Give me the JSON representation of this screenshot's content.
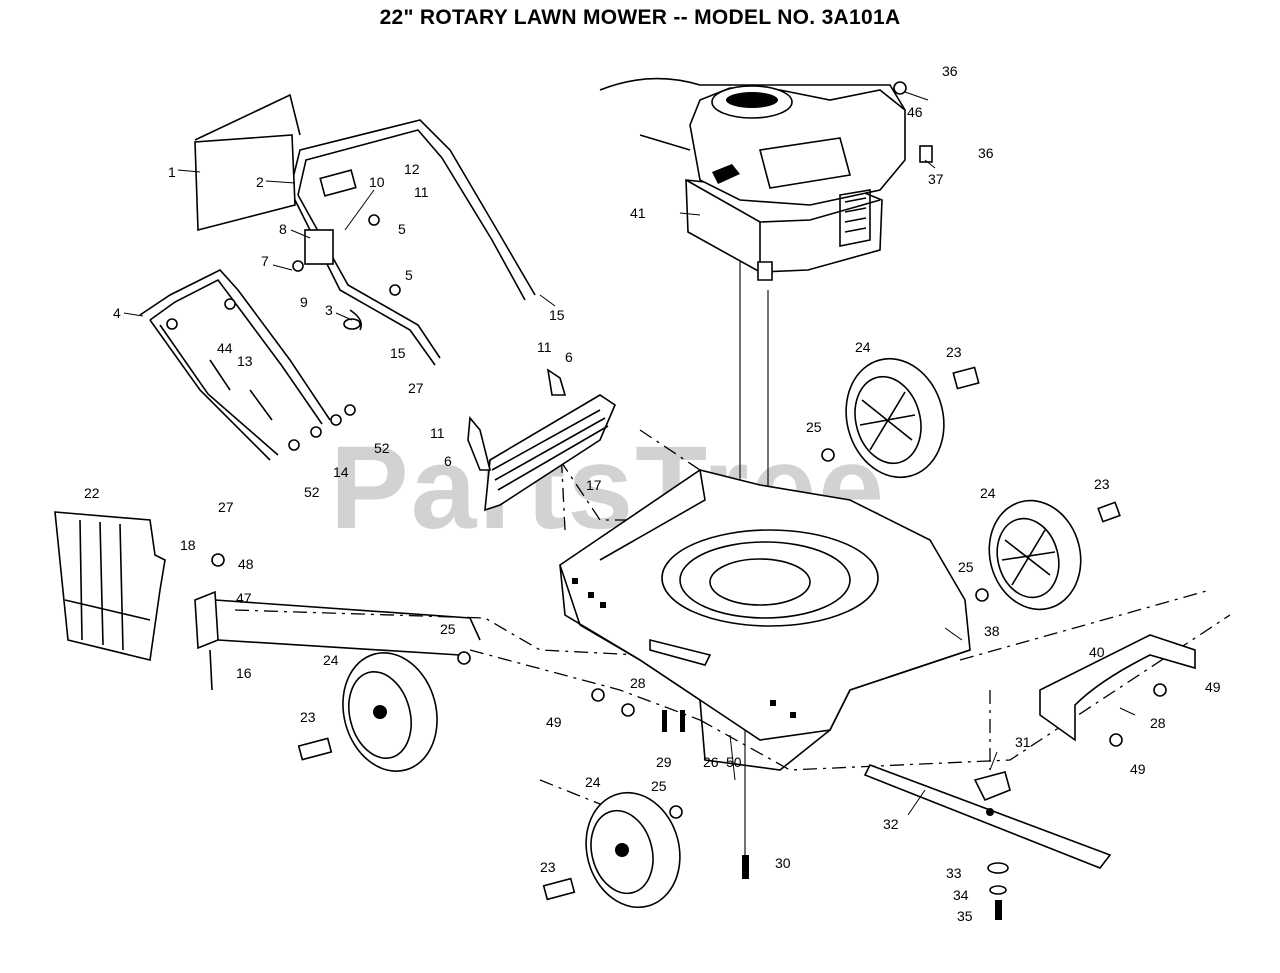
{
  "title": "22\" ROTARY LAWN MOWER -- MODEL NO. 3A101A",
  "watermark": "PartsTree",
  "callouts": [
    {
      "id": "1",
      "text": "1"
    },
    {
      "id": "2",
      "text": "2"
    },
    {
      "id": "3",
      "text": "3"
    },
    {
      "id": "4",
      "text": "4"
    },
    {
      "id": "5a",
      "text": "5"
    },
    {
      "id": "5b",
      "text": "5"
    },
    {
      "id": "6a",
      "text": "6"
    },
    {
      "id": "6b",
      "text": "6"
    },
    {
      "id": "7",
      "text": "7"
    },
    {
      "id": "8",
      "text": "8"
    },
    {
      "id": "9",
      "text": "9"
    },
    {
      "id": "10",
      "text": "10"
    },
    {
      "id": "11a",
      "text": "11"
    },
    {
      "id": "11b",
      "text": "11"
    },
    {
      "id": "11c",
      "text": "11"
    },
    {
      "id": "12",
      "text": "12"
    },
    {
      "id": "13",
      "text": "13"
    },
    {
      "id": "14",
      "text": "14"
    },
    {
      "id": "15a",
      "text": "15"
    },
    {
      "id": "15b",
      "text": "15"
    },
    {
      "id": "16",
      "text": "16"
    },
    {
      "id": "17",
      "text": "17"
    },
    {
      "id": "18",
      "text": "18"
    },
    {
      "id": "22",
      "text": "22"
    },
    {
      "id": "23a",
      "text": "23"
    },
    {
      "id": "23b",
      "text": "23"
    },
    {
      "id": "23c",
      "text": "23"
    },
    {
      "id": "23d",
      "text": "23"
    },
    {
      "id": "24a",
      "text": "24"
    },
    {
      "id": "24b",
      "text": "24"
    },
    {
      "id": "24c",
      "text": "24"
    },
    {
      "id": "24d",
      "text": "24"
    },
    {
      "id": "25a",
      "text": "25"
    },
    {
      "id": "25b",
      "text": "25"
    },
    {
      "id": "25c",
      "text": "25"
    },
    {
      "id": "25d",
      "text": "25"
    },
    {
      "id": "26",
      "text": "26"
    },
    {
      "id": "27a",
      "text": "27"
    },
    {
      "id": "27b",
      "text": "27"
    },
    {
      "id": "28a",
      "text": "28"
    },
    {
      "id": "28b",
      "text": "28"
    },
    {
      "id": "29",
      "text": "29"
    },
    {
      "id": "30",
      "text": "30"
    },
    {
      "id": "31",
      "text": "31"
    },
    {
      "id": "32",
      "text": "32"
    },
    {
      "id": "33",
      "text": "33"
    },
    {
      "id": "34",
      "text": "34"
    },
    {
      "id": "35",
      "text": "35"
    },
    {
      "id": "36a",
      "text": "36"
    },
    {
      "id": "36b",
      "text": "36"
    },
    {
      "id": "37",
      "text": "37"
    },
    {
      "id": "38",
      "text": "38"
    },
    {
      "id": "40",
      "text": "40"
    },
    {
      "id": "41",
      "text": "41"
    },
    {
      "id": "44",
      "text": "44"
    },
    {
      "id": "46",
      "text": "46"
    },
    {
      "id": "47",
      "text": "47"
    },
    {
      "id": "48",
      "text": "48"
    },
    {
      "id": "49a",
      "text": "49"
    },
    {
      "id": "49b",
      "text": "49"
    },
    {
      "id": "49c",
      "text": "49"
    },
    {
      "id": "50",
      "text": "50"
    },
    {
      "id": "52a",
      "text": "52"
    },
    {
      "id": "52b",
      "text": "52"
    }
  ]
}
